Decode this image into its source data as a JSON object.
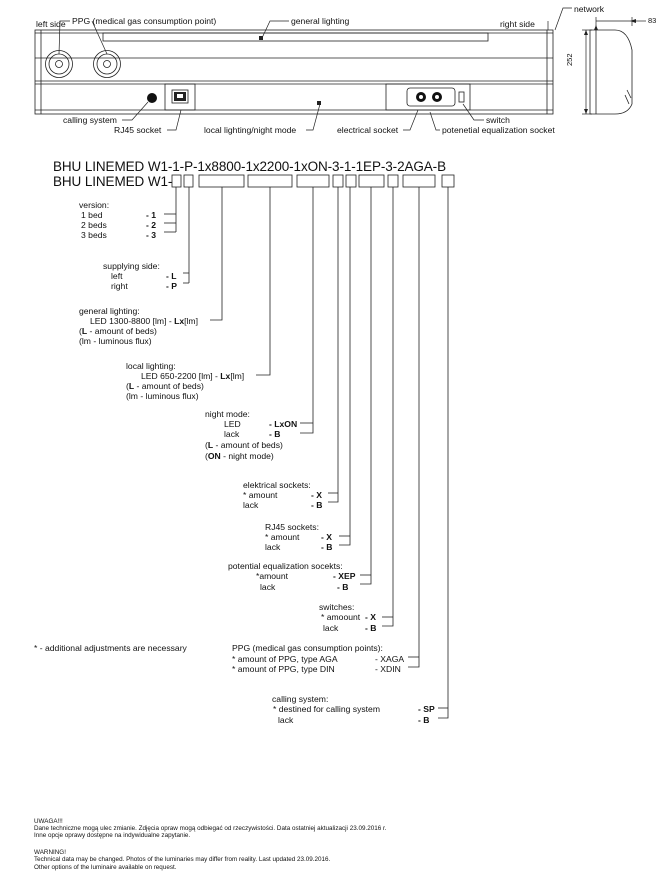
{
  "labels": {
    "left_side": "left side",
    "ppg": "PPG (medical gas consumption point)",
    "general_lighting": "general lighting",
    "right_side": "right side",
    "network": "network",
    "dim_depth": "83",
    "dim_height": "252",
    "calling_system": "calling system",
    "rj45_socket": "RJ45 socket",
    "local_lighting": "local lighting/night mode",
    "electrical_socket": "electrical socket",
    "switch": "switch",
    "poteq_socket": "potenetial equalization socket"
  },
  "code": {
    "full": "BHU LINEMED W1-1-P-1x8800-1x2200-1xON-3-1-1EP-3-2AGA-B",
    "prefix": "BHU LINEMED W1-"
  },
  "groups": {
    "version": {
      "title": "version:",
      "rows": [
        {
          "label": "1 bed",
          "code": "- 1"
        },
        {
          "label": "2 beds",
          "code": "- 2"
        },
        {
          "label": "3 beds",
          "code": "- 3"
        }
      ]
    },
    "supplying": {
      "title": "supplying side:",
      "rows": [
        {
          "label": "left",
          "code": "- L"
        },
        {
          "label": "right",
          "code": "- P"
        }
      ]
    },
    "general": {
      "title": "general lighting:",
      "line1": "LED 1300-8800 [lm] - ",
      "line1_code": "Lx",
      "line1_tail": "[lm]",
      "n1": "(",
      "n1_b": "L",
      "n1_t": " - amount of beds)",
      "n2": "(lm - luminous flux)"
    },
    "local": {
      "title": "local lighting:",
      "line1": "LED 650-2200 [lm]  - ",
      "line1_code": "Lx",
      "line1_tail": "[lm]",
      "n1": "(",
      "n1_b": "L",
      "n1_t": " - amount of beds)",
      "n2": "(lm - luminous flux)"
    },
    "night": {
      "title": "night mode:",
      "rows": [
        {
          "label": "LED",
          "code": "- LxON"
        },
        {
          "label": "lack",
          "code": "- B"
        }
      ],
      "n1": "(",
      "n1_b": "L",
      "n1_t": " - amount of beds)",
      "n2": "(",
      "n2_b": "ON",
      "n2_t": " - night mode)"
    },
    "elec": {
      "title": "elektrical sockets:",
      "rows": [
        {
          "label": "* amount",
          "code": "- X"
        },
        {
          "label": "lack",
          "code": "- B"
        }
      ]
    },
    "rj45": {
      "title": "RJ45 sockets:",
      "rows": [
        {
          "label": "* amount",
          "code": "- X"
        },
        {
          "label": "lack",
          "code": "- B"
        }
      ]
    },
    "poteq": {
      "title": "potential equalization socekts:",
      "rows": [
        {
          "label": "*amount",
          "code": "- XEP"
        },
        {
          "label": "lack",
          "code": "- B"
        }
      ]
    },
    "switches": {
      "title": "switches:",
      "rows": [
        {
          "label": "* amoount",
          "code": "- X"
        },
        {
          "label": "lack",
          "code": "- B"
        }
      ]
    },
    "ppg": {
      "title": "PPG (medical gas consumption points):",
      "rows": [
        {
          "label": "* amount of PPG, type AGA",
          "code": "- XAGA"
        },
        {
          "label": "* amount of PPG, type DIN",
          "code": "- XDIN"
        }
      ]
    },
    "calling": {
      "title": "calling system:",
      "rows": [
        {
          "label": "* destined for calling system",
          "code": "- SP"
        },
        {
          "label": "lack",
          "code": "- B"
        }
      ]
    }
  },
  "note": "* - additional adjustments are necessary",
  "footer": {
    "pl_title": "UWAGA!!!",
    "pl_1": "Dane techniczne mogą ulec zmianie. Zdjęcia opraw mogą odbiegać od rzeczywistości. Data ostatniej aktualizacji 23.09.2016 r.",
    "pl_2": "Inne opcje oprawy dostępne na indywidualne zapytanie.",
    "en_title": "WARNING!",
    "en_1": "Technical data may be changed. Photos of the luminaries may differ from reality. Last updated 23.09.2016.",
    "en_2": "Other options of the luminaire available on request."
  }
}
